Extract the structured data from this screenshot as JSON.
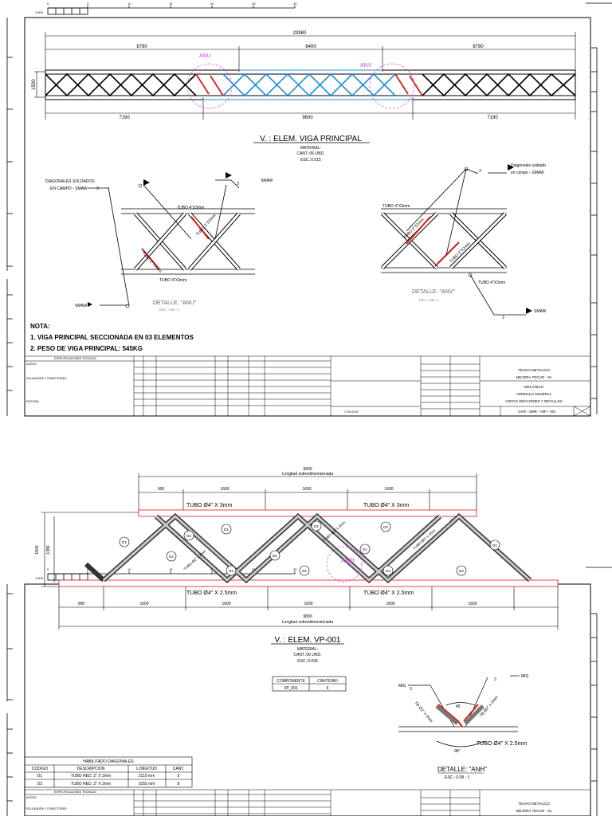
{
  "sheet1": {
    "dims": {
      "overall": "23980",
      "left_top": "8790",
      "mid_top": "6400",
      "right_top": "8790",
      "left_bot": "7190",
      "mid_bot": "9600",
      "right_bot": "7190",
      "height": "1500"
    },
    "callouts": {
      "anu": "ANU",
      "anv": "ANV"
    },
    "title": "V. : ELEM. VIGA PRINCIPAL",
    "material": "MATERIAL:",
    "cantidad": "CANT.:06 UND.",
    "escala": "ESC.:0.015",
    "detail_left": {
      "note_line1": "DIAGONALES SOLDADOS",
      "note_line2": "EN CAMPO - SMAW",
      "weld": "SMAW",
      "weld_size": "3",
      "tubo_top": "TUBO 4\"X3mm",
      "tubo_diag1": "TUBO 2\"X2mm",
      "tubo_diag2": "TUBO 2\"X2mm",
      "tubo_bot": "TUBO 4\"X3mm",
      "label": "DETALLE: \"ANU\"",
      "scale": "ESC.: 0.05 : 1"
    },
    "detail_right": {
      "note_line1": "Diagonales soldado",
      "note_line2": "en campo - SMAW",
      "weld": "SMAW",
      "weld_size": "3",
      "tubo_top": "TUBO 4\"X3mm",
      "tubo_diag1": "TUBO 2\"X2mm",
      "tubo_diag2": "TUBO 2\"X2mm",
      "tubo_bot": "TUBO 4\"X3mm",
      "label": "DETALLE: \"ANV\"",
      "scale": "ESC.: 0.05 : 1"
    },
    "nota_title": "NOTA:",
    "nota_1": "1. VIGA PRINCIPAL SECCIONADA EN 03 ELEMENTOS",
    "nota_2": "2. PESO DE VIGA PRINCIPAL: 545KG",
    "titleblock": {
      "spec_title": "ESPECIFICACIONES TECNICAS",
      "acero": "ACERO:",
      "soldadura": "SOLDADURA Y CONECTORES:",
      "pintura": "PINTURA",
      "proyecto": "TECHO METALICO",
      "subproyecto": "MEJORA TECHO - 01",
      "disciplina": "MECANICO",
      "descripcion1": "ARREGLO GENERAL",
      "descripcion2": "VISTAS SECCIONES Y DETALLES",
      "fecha": "17/01/2025",
      "codigo": "DAR - SMR - A0P - 001"
    }
  },
  "sheet2": {
    "dims": {
      "top_total": "6600",
      "top_total_label": "Longitud sobredimensionada",
      "top_segments": [
        "900",
        "1600",
        "1600",
        "1600"
      ],
      "bot_segments": [
        "900",
        "1600",
        "1600",
        "1600",
        "1600",
        "1600"
      ],
      "bot_total": "9800",
      "bot_total_label": "Longitud sobredimensionada",
      "height_outer": "1500",
      "height_inner": "1386",
      "angle": "45°"
    },
    "tubo_top_1": "TUBO Ø4\" X 3mm",
    "tubo_top_2": "TUBO Ø4\" X 3mm",
    "tubo_bot_1": "TUBO Ø4\" X 2.5mm",
    "tubo_bot_2": "TUBO Ø4\" X 2.5mm",
    "tubo_diag": "TUBO Ø2\" x 2mm",
    "callout": "ANH",
    "bubble_d1": "D1",
    "bubble_d2": "D2",
    "title": "V. : ELEM. VP-001",
    "material": "MATERIAL:",
    "cantidad": "CANT.:06 UND.",
    "escala": "ESC.:0.035",
    "component_table": {
      "headers": [
        "COMPONENTE",
        "CANTIDAD"
      ],
      "rows": [
        [
          "VP_001",
          "6"
        ]
      ]
    },
    "detail": {
      "weld_left": "MIG",
      "weld_right": "MIG",
      "weld_size": "3",
      "angle_top": "45",
      "angle_bot": "98°",
      "diag": "TB Ø2\" x 2mm",
      "tubo": "TUBO Ø4\" X 2.5mm",
      "label": "DETALLE: \"ANH\"",
      "scale": "ESC.: 0.08 : 1"
    },
    "diag_table": {
      "title": "HABILITADO DIAGONALES",
      "headers": [
        "CODIGO",
        "DESCRIPCION",
        "LONGITUD",
        "CANT."
      ],
      "rows": [
        [
          "D1",
          "TUBO RED. 2\" X 2mm",
          "2110 mm",
          "5"
        ],
        [
          "D2",
          "TUBO RED. 2\" X 2mm",
          "1055 mm",
          "8"
        ]
      ]
    },
    "titleblock": {
      "spec_title": "ESPECIFICACIONES TECNICAS",
      "acero": "ACERO:",
      "soldadura": "SOLDADURA Y CONECTORES:",
      "proyecto": "TECHO METALICO",
      "subproyecto": "MEJORA TECHO - 01"
    }
  },
  "scalebar": [
    "0",
    "5",
    "10",
    "15",
    "20",
    "25",
    "30"
  ],
  "scalebar_label": "1:500",
  "colors": {
    "blue": "#1f8fd6",
    "red": "#e01818",
    "magenta": "#e040e0"
  }
}
